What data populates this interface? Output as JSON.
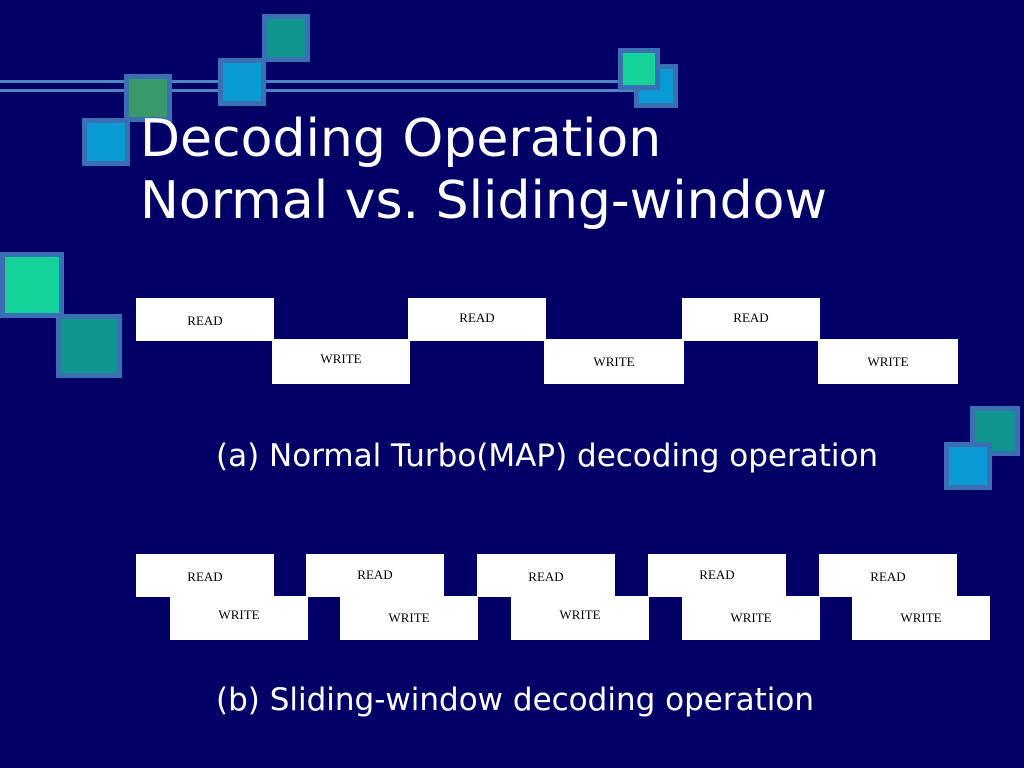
{
  "slide": {
    "title_line1": "Decoding Operation",
    "title_line2": "Normal vs. Sliding-window"
  },
  "diagram_a": {
    "read_labels": [
      "READ",
      "READ",
      "READ"
    ],
    "write_labels": [
      "WRITE",
      "WRITE",
      "WRITE"
    ],
    "caption": "(a) Normal Turbo(MAP) decoding operation"
  },
  "diagram_b": {
    "read_labels": [
      "READ",
      "READ",
      "READ",
      "READ",
      "READ"
    ],
    "write_labels": [
      "WRITE",
      "WRITE",
      "WRITE",
      "WRITE",
      "WRITE"
    ],
    "caption": "(b) Sliding-window decoding operation"
  },
  "colors": {
    "background": "#000066",
    "accent_line": "#4f83c0",
    "square_teal": "#11958f",
    "square_blue": "#0a9ad6",
    "square_mint": "#14d39a",
    "square_green": "#3a9a6a"
  }
}
